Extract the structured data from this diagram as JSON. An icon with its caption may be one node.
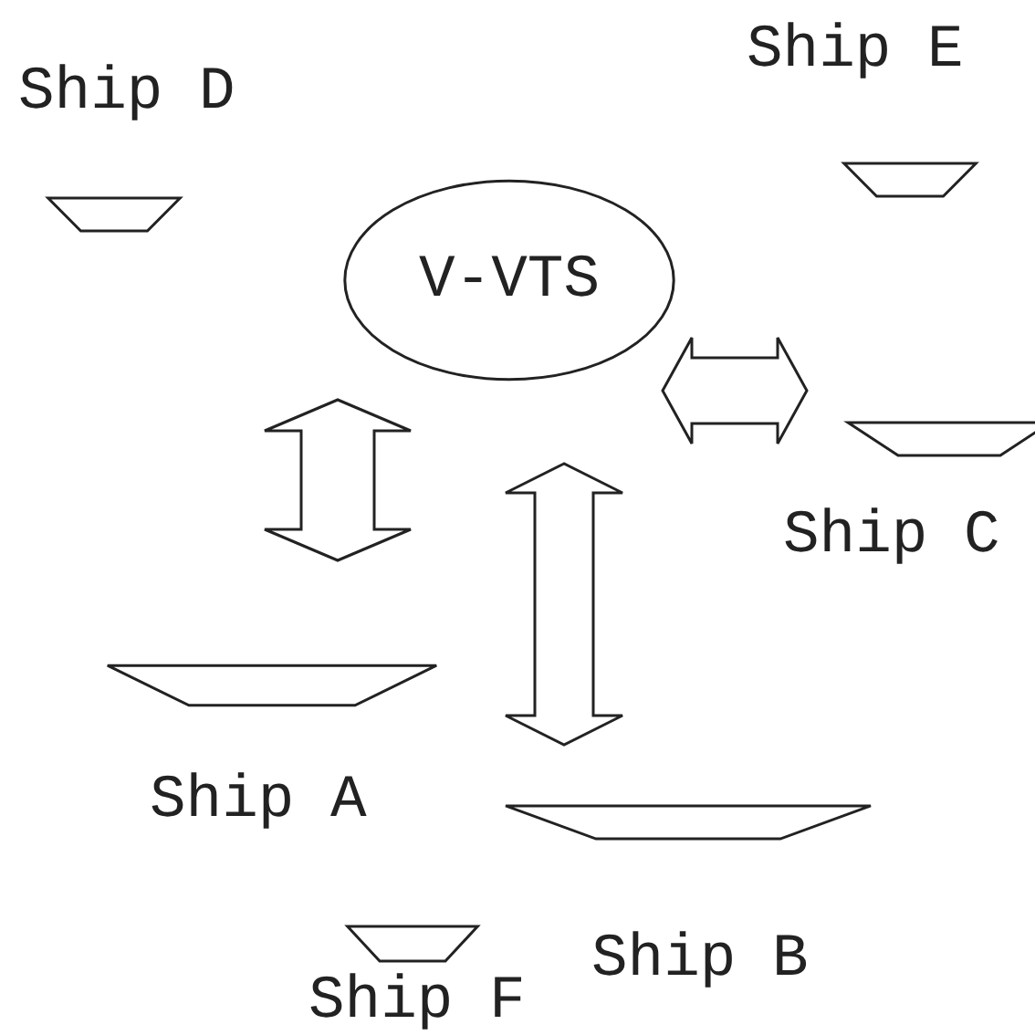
{
  "diagram": {
    "nodes": [
      {
        "text": [
          "V-VTS"
        ]
      },
      {
        "text": [],
        "shape": "trapezoid",
        "beside": [
          "Ship D"
        ]
      },
      {
        "text": [],
        "shape": "trapezoid",
        "beside": [
          "Ship E"
        ]
      },
      {
        "text": [],
        "shape": "trapezoid",
        "beside": [
          "Ship C"
        ]
      },
      {
        "text": [],
        "shape": "trapezoid",
        "beside": [
          "Ship A"
        ]
      },
      {
        "text": [],
        "shape": "trapezoid",
        "beside": [
          "Ship B"
        ]
      },
      {
        "text": [],
        "shape": "trapezoid",
        "beside": [
          "Ship F"
        ]
      }
    ],
    "edges": [
      {
        "from": 0,
        "to": 3,
        "arrow": "both"
      },
      {
        "from": 0,
        "to": 4,
        "arrow": "both"
      },
      {
        "from": 0,
        "to": 5,
        "arrow": "both"
      }
    ]
  }
}
